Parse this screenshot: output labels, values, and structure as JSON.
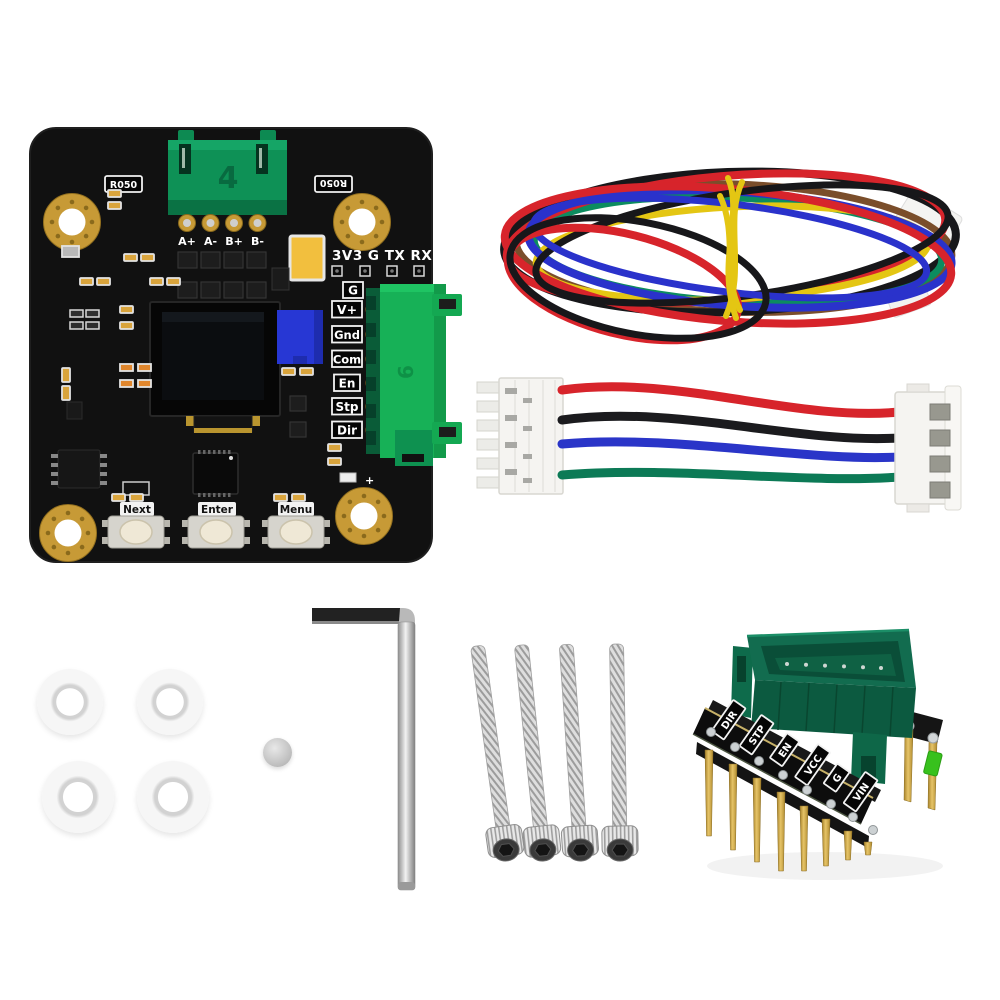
{
  "product_photo": {
    "background_color": "#ffffff",
    "driver_board": {
      "motor_connector_label": "4",
      "signal_connector_label": "6",
      "motor_pin_labels": [
        "A+",
        "A-",
        "B+",
        "B-"
      ],
      "uart_header_label": "3V3 G TX RX",
      "shunt_label_left": "R050",
      "shunt_label_right": "R050",
      "side_pin_labels": [
        "G",
        "V+",
        "Gnd",
        "Com",
        "En",
        "Stp",
        "Dir"
      ],
      "button_labels": [
        "Next",
        "Enter",
        "Menu"
      ],
      "polarity_mark": "+",
      "colors": {
        "pcb": "#101010",
        "pad_gold": "#c79a36",
        "motor_connector_green": "#0e9156",
        "side_connector_green": "#17b157",
        "trimmer_blue": "#2737d4"
      }
    },
    "wire_bundle": {
      "wire_colors": [
        "#d7242b",
        "#17171a",
        "#2a32cb",
        "#0c8c5f",
        "#7a4e2b",
        "#e4c613"
      ],
      "tie_color": "#e4c613",
      "connector_color": "#f4f4f2"
    },
    "jst_cable": {
      "wire_colors": [
        "#d7242b",
        "#1b1b1e",
        "#2a35c8",
        "#0c7a56"
      ],
      "connector_color": "#f5f4f1"
    },
    "washers": {
      "count": 4,
      "color": "#f0f0f0"
    },
    "magnet": {
      "color": "#c4c4c4"
    },
    "hex_key": {
      "shaft_color": "#c9c9c9",
      "arm_color": "#222222"
    },
    "screws": {
      "count": 4,
      "color": "#d9d9d9"
    },
    "adapter_module": {
      "pin_labels": [
        "DIR",
        "STP",
        "EN",
        "VCC",
        "G",
        "VIN"
      ],
      "colors": {
        "shell_green": "#0c5a40",
        "pcb": "#0d0d0d",
        "pin_gold": "#c9a348",
        "led_green": "#38c11d"
      }
    }
  }
}
